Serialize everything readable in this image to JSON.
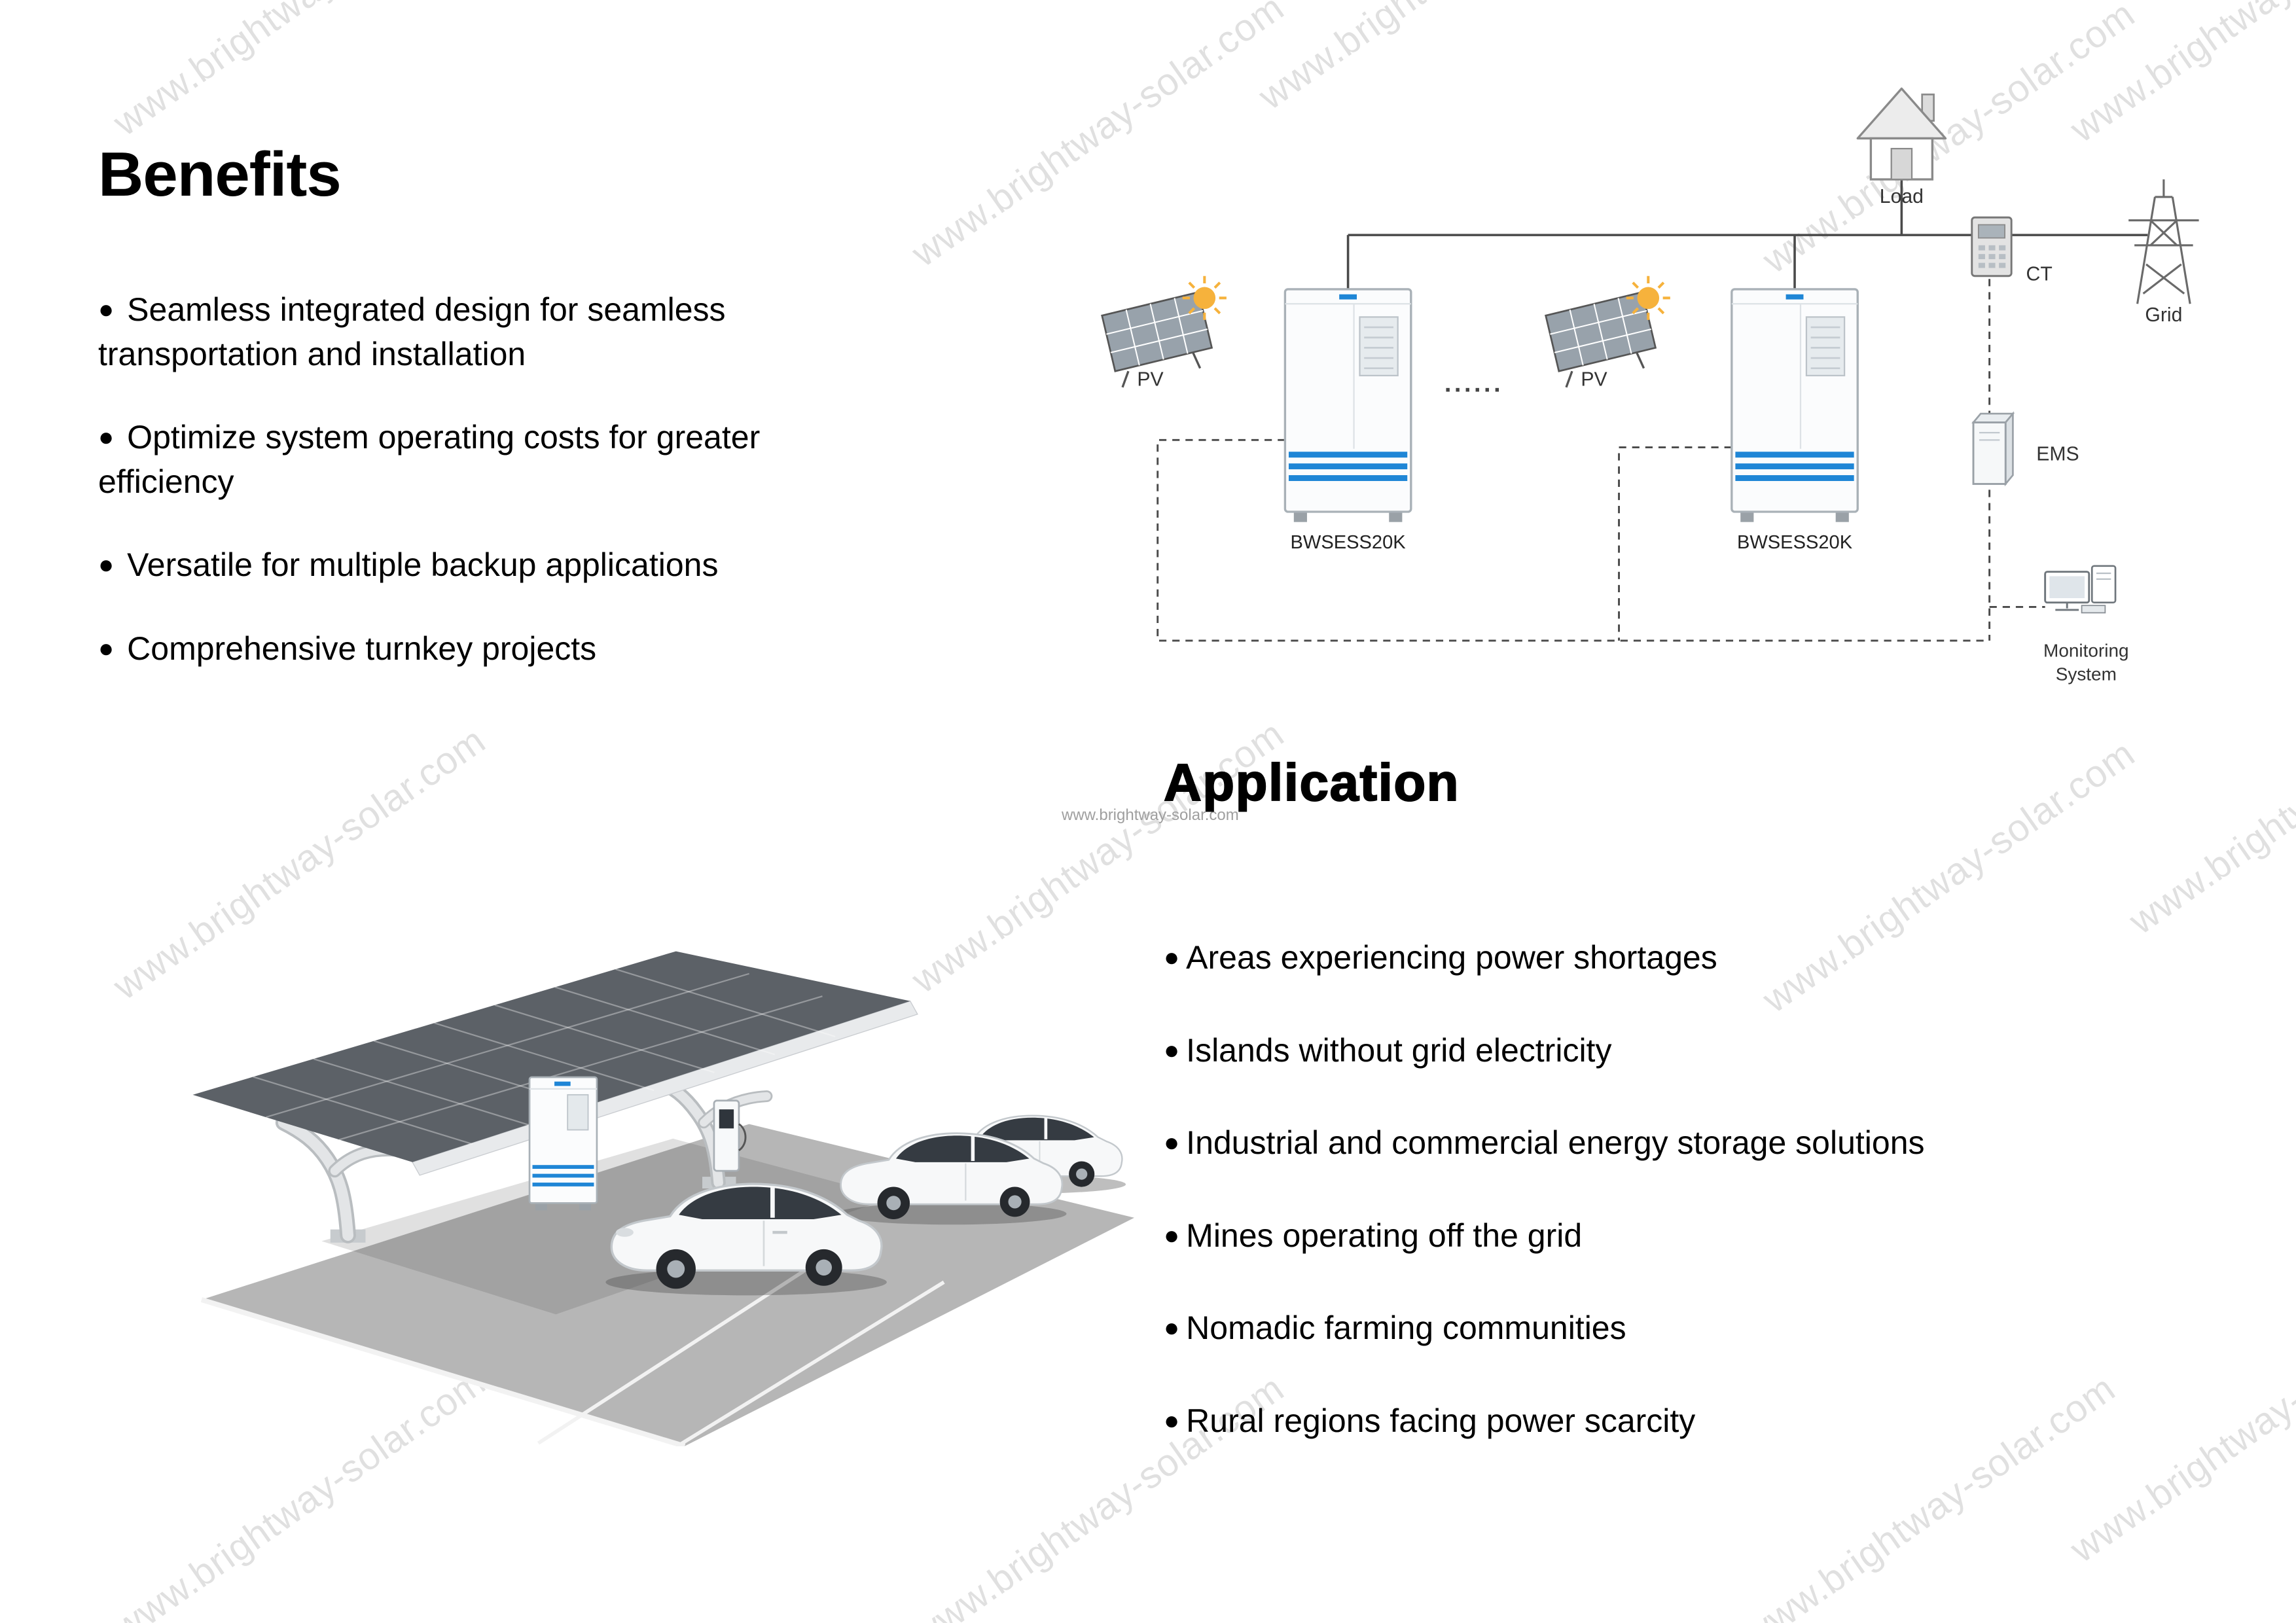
{
  "watermark": {
    "text": "www.brightway-solar.com"
  },
  "glyphs": {
    "bullet": "●"
  },
  "benefits": {
    "title": "Benefits",
    "items": [
      "Seamless integrated design for seamless transportation and installation",
      "Optimize system operating costs for greater efficiency",
      "Versatile for multiple backup applications",
      "Comprehensive turnkey projects"
    ]
  },
  "diagram": {
    "load_label": "Load",
    "ct_label": "CT",
    "grid_label": "Grid",
    "pv_label_left": "PV",
    "pv_label_right": "PV",
    "battery_label_left": "BWSESS20K",
    "battery_label_right": "BWSESS20K",
    "dots": "......",
    "ems_label": "EMS",
    "monitoring_label_line1": "Monitoring",
    "monitoring_label_line2": "System",
    "colors": {
      "stripe_blue": "#1f86d6",
      "sun_yellow": "#f6b23c"
    }
  },
  "application": {
    "title": "Application",
    "items": [
      "Areas experiencing power shortages",
      "Islands without grid electricity",
      "Industrial and commercial energy storage solutions",
      "Mines operating off the grid",
      "Nomadic farming communities",
      "Rural regions facing power scarcity"
    ]
  }
}
